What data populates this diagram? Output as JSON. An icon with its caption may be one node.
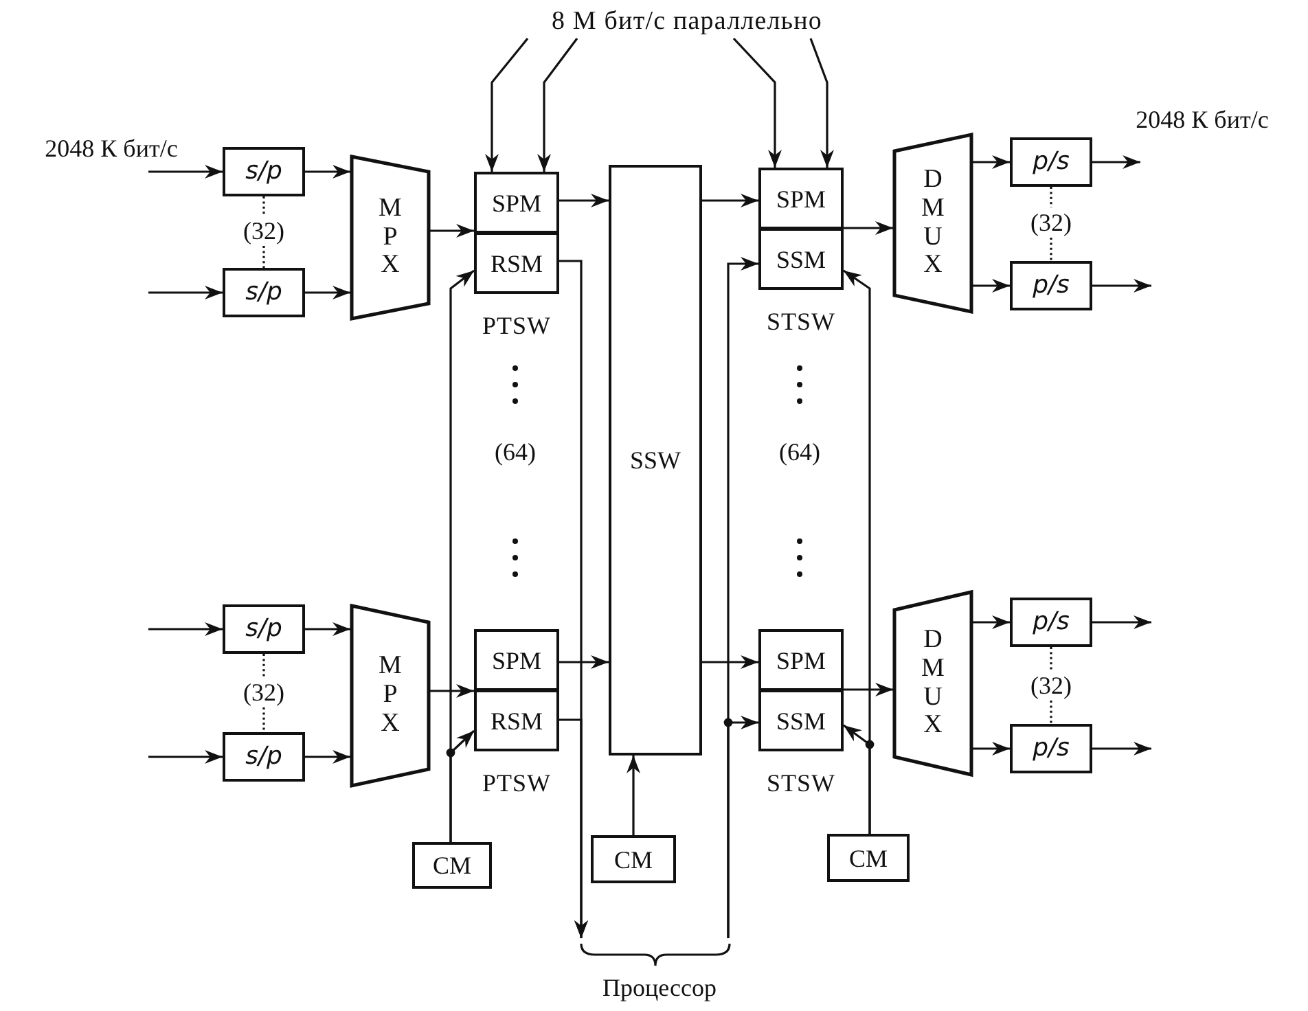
{
  "diagram": {
    "nodes": [
      {
        "text": [
          "8 М бит/с параллельно"
        ]
      },
      {
        "text": [
          "s/p"
        ]
      },
      {
        "text": [
          "s/p"
        ]
      },
      {
        "text": [
          "MPX"
        ]
      },
      {
        "text": [
          "PTSW"
        ]
      },
      {
        "text": [
          "SPM"
        ],
        "in": 4
      },
      {
        "text": [
          "RSM"
        ],
        "in": 4
      },
      {
        "text": [
          "SSW"
        ]
      },
      {
        "text": [
          "STSW"
        ]
      },
      {
        "text": [
          "SPM"
        ],
        "in": 8
      },
      {
        "text": [
          "SSM"
        ],
        "in": 8
      },
      {
        "text": [
          "DMUX"
        ]
      },
      {
        "text": [
          "p/s"
        ]
      },
      {
        "text": [
          "p/s"
        ]
      },
      {
        "text": [
          "s/p"
        ]
      },
      {
        "text": [
          "s/p"
        ]
      },
      {
        "text": [
          "MPX"
        ]
      },
      {
        "text": [
          "PTSW"
        ]
      },
      {
        "text": [
          "SPM"
        ],
        "in": 17
      },
      {
        "text": [
          "RSM"
        ],
        "in": 17
      },
      {
        "text": [
          "STSW"
        ]
      },
      {
        "text": [
          "SPM"
        ],
        "in": 20
      },
      {
        "text": [
          "SSM"
        ],
        "in": 20
      },
      {
        "text": [
          "DMUX"
        ]
      },
      {
        "text": [
          "p/s"
        ]
      },
      {
        "text": [
          "p/s"
        ]
      },
      {
        "text": [
          "CM"
        ]
      },
      {
        "text": [
          "CM"
        ]
      },
      {
        "text": [
          "CM"
        ]
      },
      {
        "text": [
          "Процессор"
        ]
      },
      {
        "text": [
          "(32)"
        ]
      },
      {
        "text": [
          "(32)"
        ]
      },
      {
        "text": [
          "(32)"
        ]
      },
      {
        "text": [
          "(32)"
        ]
      }
    ],
    "edges": [
      {
        "from": null,
        "to": 1,
        "arrow": "to"
      },
      {
        "from": null,
        "to": 2,
        "arrow": "to"
      },
      {
        "from": 1,
        "to": 3,
        "arrow": "to"
      },
      {
        "from": 2,
        "to": 3,
        "arrow": "to"
      },
      {
        "from": 3,
        "to": 4,
        "arrow": "to"
      },
      {
        "from": 5,
        "to": 7,
        "arrow": "to"
      },
      {
        "from": 7,
        "to": 9,
        "arrow": "to"
      },
      {
        "from": 8,
        "to": 11,
        "arrow": "to"
      },
      {
        "from": 11,
        "to": 12,
        "arrow": "to"
      },
      {
        "from": 11,
        "to": 13,
        "arrow": "to"
      },
      {
        "from": 12,
        "to": null,
        "arrow": "to"
      },
      {
        "from": 13,
        "to": null,
        "arrow": "to"
      },
      {
        "from": null,
        "to": 14,
        "arrow": "to"
      },
      {
        "from": null,
        "to": 15,
        "arrow": "to"
      },
      {
        "from": 14,
        "to": 16,
        "arrow": "to"
      },
      {
        "from": 15,
        "to": 16,
        "arrow": "to"
      },
      {
        "from": 16,
        "to": 17,
        "arrow": "to"
      },
      {
        "from": 18,
        "to": 7,
        "arrow": "to"
      },
      {
        "from": 7,
        "to": 21,
        "arrow": "to"
      },
      {
        "from": 20,
        "to": 23,
        "arrow": "to"
      },
      {
        "from": 23,
        "to": 24,
        "arrow": "to"
      },
      {
        "from": 23,
        "to": 25,
        "arrow": "to"
      },
      {
        "from": 24,
        "to": null,
        "arrow": "to"
      },
      {
        "from": 25,
        "to": null,
        "arrow": "to"
      },
      {
        "from": 26,
        "to": 6,
        "arrow": "to"
      },
      {
        "from": 26,
        "to": 19,
        "arrow": "to"
      },
      {
        "from": 27,
        "to": 7,
        "arrow": "to"
      },
      {
        "from": 28,
        "to": 10,
        "arrow": "to"
      },
      {
        "from": 28,
        "to": 22,
        "arrow": "to"
      },
      {
        "from": 6,
        "to": 29,
        "arrow": "to"
      },
      {
        "from": 19,
        "to": 29,
        "arrow": "to"
      },
      {
        "from": 29,
        "to": 10,
        "arrow": "to"
      },
      {
        "from": 29,
        "to": 22,
        "arrow": "to"
      },
      {
        "from": 0,
        "to": 4,
        "arrow": "to"
      },
      {
        "from": 0,
        "to": 4,
        "arrow": "to"
      },
      {
        "from": 0,
        "to": 8,
        "arrow": "to"
      },
      {
        "from": 0,
        "to": 8,
        "arrow": "to"
      },
      {
        "from": 1,
        "to": 30,
        "arrow": "none",
        "style": "dashed"
      },
      {
        "from": 30,
        "to": 2,
        "arrow": "none",
        "style": "dashed"
      },
      {
        "from": 12,
        "to": 31,
        "arrow": "none",
        "style": "dashed"
      },
      {
        "from": 31,
        "to": 13,
        "arrow": "none",
        "style": "dashed"
      },
      {
        "from": 14,
        "to": 32,
        "arrow": "none",
        "style": "dashed"
      },
      {
        "from": 32,
        "to": 15,
        "arrow": "none",
        "style": "dashed"
      },
      {
        "from": 24,
        "to": 33,
        "arrow": "none",
        "style": "dashed"
      },
      {
        "from": 33,
        "to": 25,
        "arrow": "none",
        "style": "dashed"
      }
    ],
    "labels": [
      "2048 К бит/с",
      "2048 К бит/с",
      "(64)",
      "(64)"
    ]
  }
}
